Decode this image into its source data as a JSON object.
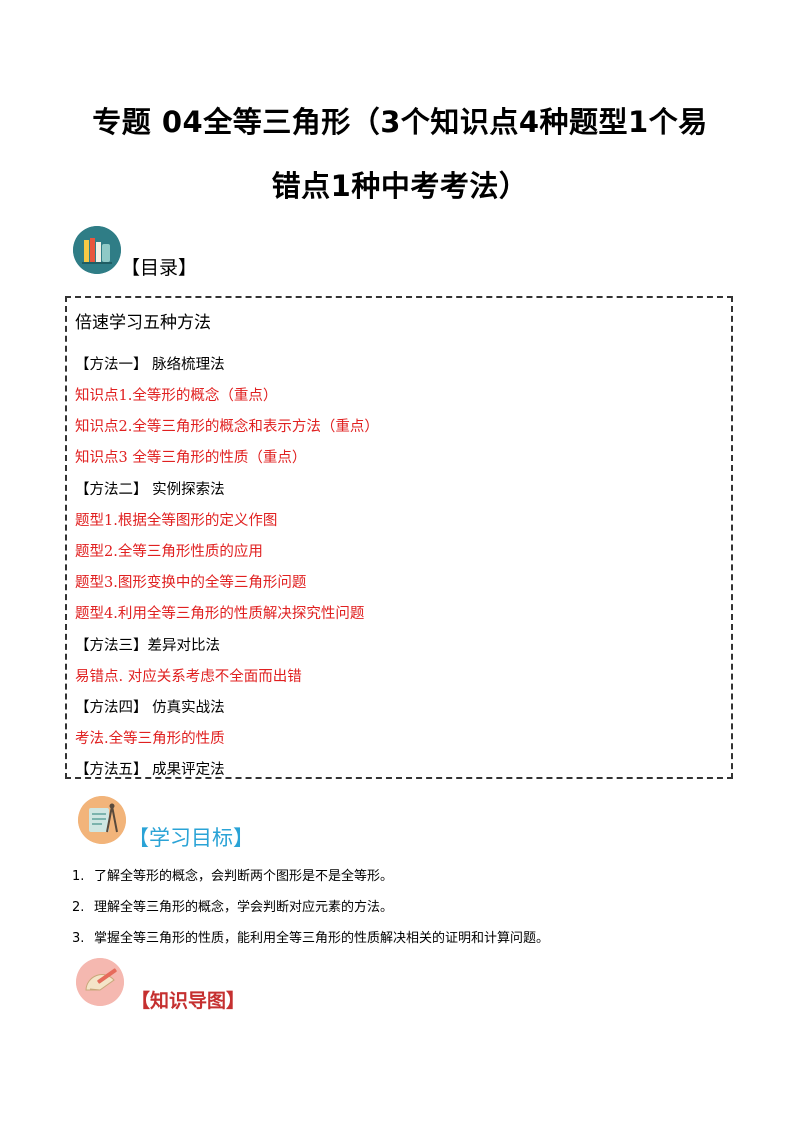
{
  "title": {
    "line1": "专题 04全等三角形（3个知识点4种题型1个易",
    "line2": "错点1种中考考法）"
  },
  "toc": {
    "heading": "【目录】",
    "icon": "books-icon",
    "box_title": "倍速学习五种方法",
    "items": [
      {
        "text": "【方法一】  脉络梳理法",
        "kind": "method"
      },
      {
        "text": "知识点1.全等形的概念（重点）",
        "kind": "point"
      },
      {
        "text": "知识点2.全等三角形的概念和表示方法（重点）",
        "kind": "point"
      },
      {
        "text": "知识点3 全等三角形的性质（重点）",
        "kind": "point"
      },
      {
        "text": "【方法二】  实例探索法",
        "kind": "method"
      },
      {
        "text": "题型1.根据全等图形的定义作图",
        "kind": "point"
      },
      {
        "text": "题型2.全等三角形性质的应用",
        "kind": "point"
      },
      {
        "text": "题型3.图形变换中的全等三角形问题",
        "kind": "point"
      },
      {
        "text": "题型4.利用全等三角形的性质解决探究性问题",
        "kind": "point"
      },
      {
        "text": "【方法三】差异对比法",
        "kind": "method"
      },
      {
        "text": "易错点. 对应关系考虑不全面而出错",
        "kind": "point"
      },
      {
        "text": "【方法四】  仿真实战法",
        "kind": "method"
      },
      {
        "text": "考法.全等三角形的性质",
        "kind": "point"
      },
      {
        "text": "【方法五】  成果评定法",
        "kind": "method"
      }
    ]
  },
  "goals": {
    "heading": "【学习目标】",
    "icon": "drafting-icon",
    "items": [
      {
        "num": "1.",
        "text": "了解全等形的概念，会判断两个图形是不是全等形。"
      },
      {
        "num": "2.",
        "text": "理解全等三角形的概念，学会判断对应元素的方法。"
      },
      {
        "num": "3.",
        "text": "掌握全等三角形的性质，能利用全等三角形的性质解决相关的证明和计算问题。"
      }
    ]
  },
  "knowledge_map": {
    "heading": "【知识导图】",
    "icon": "protractor-icon"
  },
  "colors": {
    "point_red": "#e02020",
    "goal_blue": "#2aa3d6",
    "map_red": "#c53030"
  }
}
